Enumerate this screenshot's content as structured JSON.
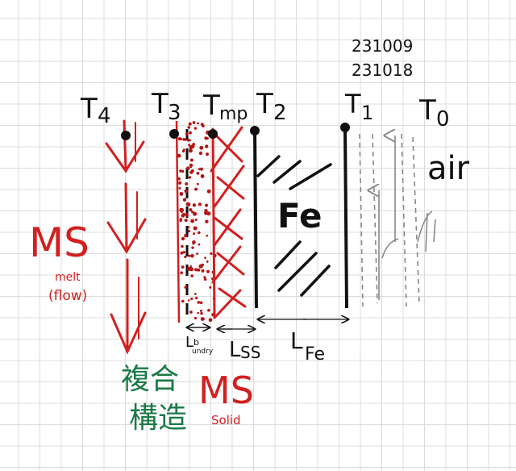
{
  "dates": [
    "231009",
    "231018"
  ],
  "nodes": {
    "t4": {
      "letter": "T",
      "sub": "4"
    },
    "t3": {
      "letter": "T",
      "sub": "3"
    },
    "tmp": {
      "letter": "T",
      "sub": "mp"
    },
    "t2": {
      "letter": "T",
      "sub": "2"
    },
    "t1": {
      "letter": "T",
      "sub": "1"
    },
    "t0": {
      "letter": "T",
      "sub": "0"
    }
  },
  "labels": {
    "air": "air",
    "fe": "Fe",
    "ms_melt": "MS",
    "melt": "melt",
    "flow": "(flow)",
    "composite_line1": "複合",
    "composite_line2": "構造",
    "ms_solid": "MS",
    "solid": "Solid"
  },
  "dimensions": {
    "lb": {
      "letter": "L",
      "sub_top": "b",
      "sub_bottom": "undry"
    },
    "lss": {
      "letter": "L",
      "sub": "SS"
    },
    "lfe": {
      "letter": "L",
      "sub": "Fe"
    }
  },
  "colors": {
    "ink": "#111111",
    "red": "#d21f1f",
    "green": "#1a7a45",
    "gray": "#888888"
  }
}
